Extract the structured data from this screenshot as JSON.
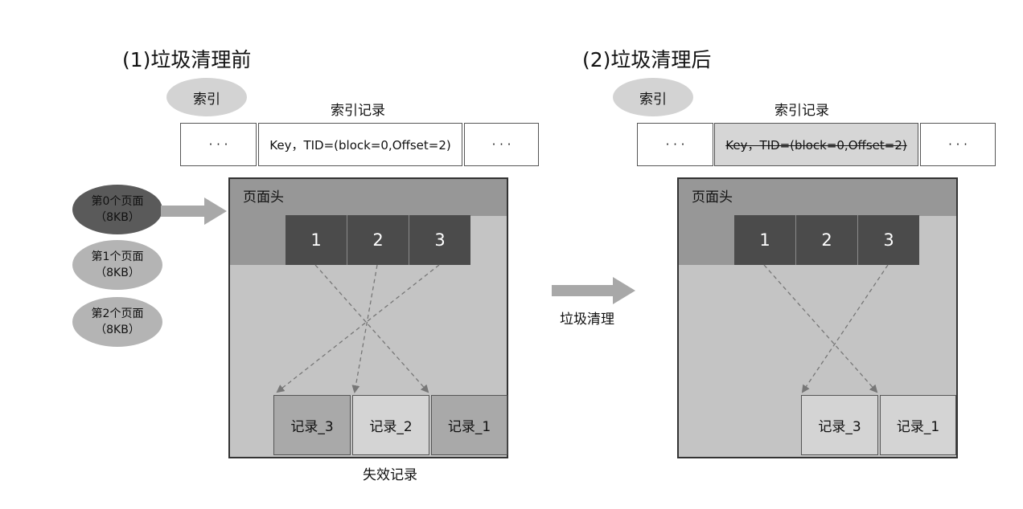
{
  "before": {
    "title": "(1)垃圾清理前",
    "index_label": "索引",
    "index_record_label": "索引记录",
    "index_row": [
      "· · ·",
      "Key，TID=(block=0,Offset=2)",
      "· · ·"
    ],
    "page_header": "页面头",
    "slots": [
      "1",
      "2",
      "3"
    ],
    "records": [
      "记录_3",
      "记录_2",
      "记录_1"
    ],
    "invalid_label": "失效记录"
  },
  "after": {
    "title": "(2)垃圾清理后",
    "index_label": "索引",
    "index_record_label": "索引记录",
    "index_row": [
      "· · ·",
      "Key，TID=(block=0,Offset=2)",
      "· · ·"
    ],
    "page_header": "页面头",
    "slots": [
      "1",
      "2",
      "3"
    ],
    "records": [
      "记录_3",
      "记录_1"
    ]
  },
  "pages": [
    {
      "name": "第0个页面",
      "size": "（8KB）",
      "color": "#5a5a5a"
    },
    {
      "name": "第1个页面",
      "size": "（8KB）",
      "color": "#b4b4b4"
    },
    {
      "name": "第2个页面",
      "size": "（8KB）",
      "color": "#b4b4b4"
    }
  ],
  "gc_label": "垃圾清理",
  "colors": {
    "page_body": "#c4c4c4",
    "page_header": "#979797",
    "slot": "#4b4b4b",
    "invalid_record": "#a9a9a9",
    "valid_record": "#d4d4d4",
    "arrow": "#a8a8a8"
  }
}
